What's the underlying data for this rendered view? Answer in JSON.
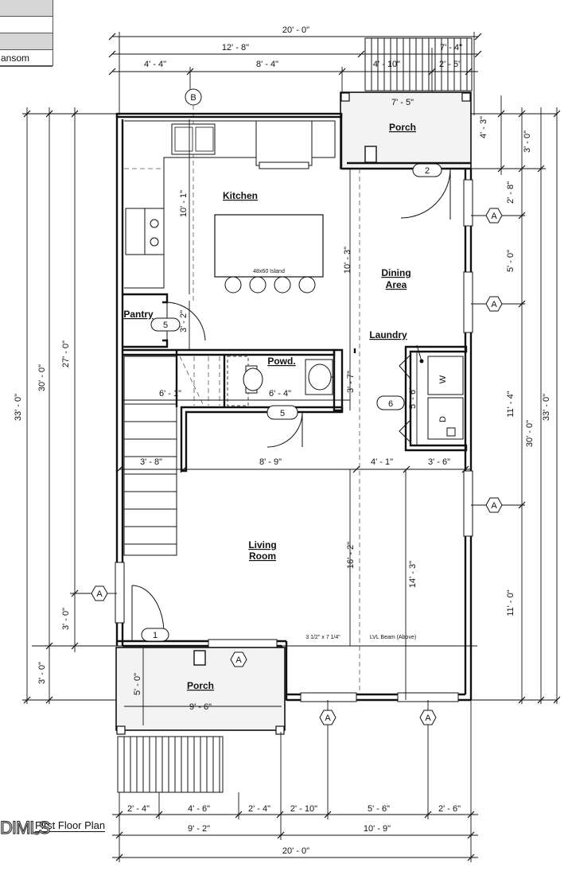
{
  "legend": {
    "rows": [
      "",
      "",
      "",
      "ansom"
    ]
  },
  "title": "First Floor Plan",
  "scale_fragment": "\"",
  "watermark": "DIMLS",
  "rooms": {
    "kitchen": "Kitchen",
    "dining": "Dining",
    "dining2": "Area",
    "pantry": "Pantry",
    "powd": "Powd.",
    "laundry": "Laundry",
    "living": "Living",
    "living2": "Room",
    "porch_top": "Porch",
    "porch_bottom": "Porch"
  },
  "labels": {
    "island": "48x60 Island",
    "beam_size": "3 1/2\" x 7 1/4\"",
    "beam": "LVL Beam (Above)",
    "washer": "W",
    "dryer": "D"
  },
  "tags": {
    "grid_b": "B",
    "grid_a": "A",
    "door1": "1",
    "door2": "2",
    "door5a": "5",
    "door5b": "5",
    "door6": "6"
  },
  "dims": {
    "top_overall": "20' - 0\"",
    "top_a": "12' - 8\"",
    "top_b": "7' - 4\"",
    "top_c": "4' - 4\"",
    "top_d": "8' - 4\"",
    "top_e": "4' - 10\"",
    "top_f": "2' - 5\"",
    "porch_w": "7' - 5\"",
    "porch_h": "4' - 3\"",
    "r1": "3' - 0\"",
    "r2": "2' - 8\"",
    "r3": "5' - 0\"",
    "r4": "11' - 4\"",
    "r5": "30' - 0\"",
    "r6": "33' - 0\"",
    "r7": "11' - 0\"",
    "l1": "33' - 0\"",
    "l2": "30' - 0\"",
    "l3": "27' - 0\"",
    "l4": "3' - 0\"",
    "l5": "3' - 0\"",
    "kitchen_v": "10' - 1\"",
    "dining_v": "10' - 3\"",
    "pantry_v": "3' - 2\"",
    "powd_v": "3' - 7\"",
    "laundry_v": "5' - 6\"",
    "stair_w": "6' - 1\"",
    "powd_w": "6' - 4\"",
    "m1": "3' - 8\"",
    "m2": "8' - 9\"",
    "m3": "4' - 1\"",
    "m4": "3' - 6\"",
    "living_v": "16' - 2\"",
    "living_v2": "14' - 3\"",
    "porch_b_w": "9' - 6\"",
    "porch_b_v": "5' - 0\"",
    "b1": "2' - 4\"",
    "b2": "4' - 6\"",
    "b3": "2' - 4\"",
    "b4": "2' - 10\"",
    "b5": "5' - 6\"",
    "b6": "2' - 6\"",
    "b7": "9' - 2\"",
    "b8": "10' - 9\"",
    "bottom_overall": "20' - 0\""
  }
}
